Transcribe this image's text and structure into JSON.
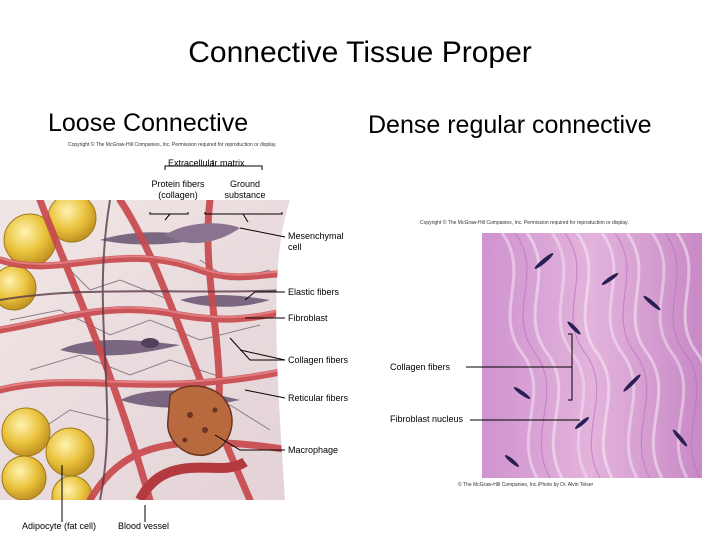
{
  "slide": {
    "title": "Connective Tissue Proper",
    "left_heading": "Loose Connective",
    "right_heading": "Dense regular connective"
  },
  "left_figure": {
    "copyright": "Copyright © The McGraw-Hill Companies, Inc. Permission required for reproduction or display.",
    "matrix_label": "Extracellular matrix",
    "protein_fibers_label": "Protein fibers (collagen)",
    "ground_substance_label": "Ground substance",
    "labels": {
      "mesenchymal": "Mesenchymal cell",
      "elastic": "Elastic fibers",
      "fibroblast": "Fibroblast",
      "collagen": "Collagen fibers",
      "reticular": "Reticular fibers",
      "macrophage": "Macrophage",
      "adipocyte": "Adipocyte (fat cell)",
      "blood_vessel": "Blood vessel"
    }
  },
  "right_figure": {
    "copyright": "Copyright © The McGraw-Hill Companies, Inc. Permission required for reproduction or display.",
    "credit": "© The McGraw-Hill Companies, Inc./Photo by Dr. Alvin Telser",
    "labels": {
      "collagen": "Collagen fibers",
      "fibroblast_nucleus": "Fibroblast nucleus"
    }
  },
  "colors": {
    "fiber_red": "#c8494d",
    "fibroblast_purple": "#6e5a78",
    "fat_yellow": "#e9c23c",
    "tissue_pink": "#d99ad0",
    "nucleus_dark": "#2a1f55"
  }
}
